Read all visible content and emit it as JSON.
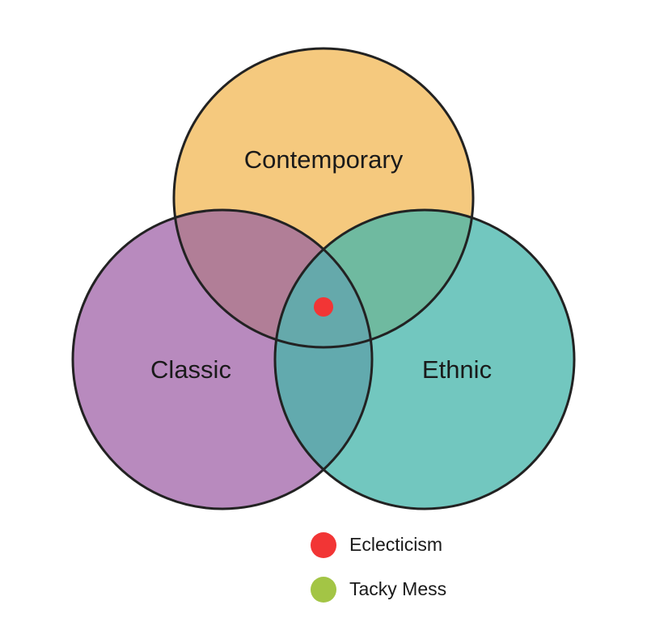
{
  "sets": [
    {
      "key": "contemporary",
      "label": "Contemporary",
      "color": "#F5C97E"
    },
    {
      "key": "classic",
      "label": "Classic",
      "color": "#B88ABE"
    },
    {
      "key": "ethnic",
      "label": "Ethnic",
      "color": "#72C7BF"
    }
  ],
  "overlap_colors": {
    "contemporary_classic": "#B17E97",
    "contemporary_ethnic": "#6FBAA0",
    "classic_ethnic": "#62AAAE",
    "center": "#65A9AB"
  },
  "outline_color": "#222222",
  "marker": {
    "color": "#F23535",
    "in_region": "contemporary-classic-ethnic"
  },
  "legend": [
    {
      "label": "Eclecticism",
      "color": "#F23535"
    },
    {
      "label": "Tacky Mess",
      "color": "#A3C545"
    }
  ]
}
